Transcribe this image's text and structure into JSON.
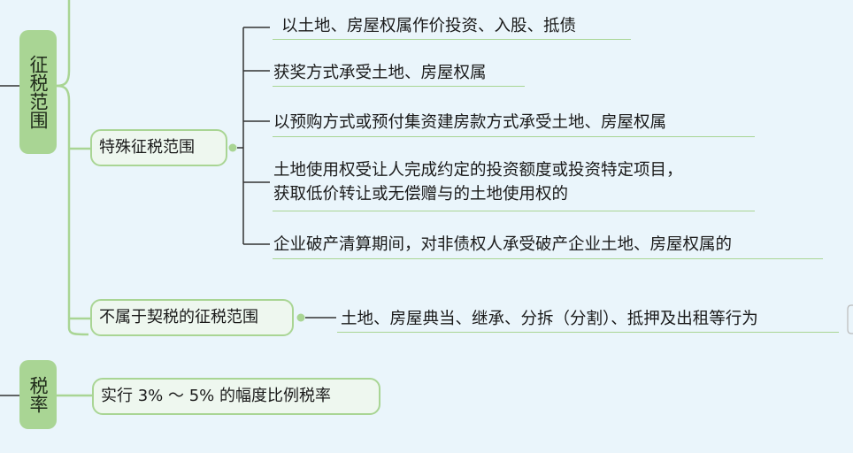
{
  "sections": {
    "scope": {
      "label": "征税范围",
      "special": {
        "label": "特殊征税范围",
        "items": [
          "以土地、房屋权属作价投资、入股、抵债",
          "获奖方式承受土地、房屋权属",
          "以预购方式或预付集资建房款方式承受土地、房屋权属",
          "土地使用权受让人完成约定的投资额度或投资特定项目，",
          "获取低价转让或无偿赠与的土地使用权的",
          "企业破产清算期间，对非债权人承受破产企业土地、房屋权属的"
        ]
      },
      "excluded": {
        "label": "不属于契税的征税范围",
        "item": "土地、房屋典当、继承、分拆（分割）、抵押及出租等行为"
      }
    },
    "rate": {
      "label": "税率",
      "item": "实行 3% ～ 5% 的幅度比例税率"
    }
  },
  "colors": {
    "accent_green": "#a9d594",
    "line_dark": "#333333",
    "background": "#eaf5fb"
  }
}
